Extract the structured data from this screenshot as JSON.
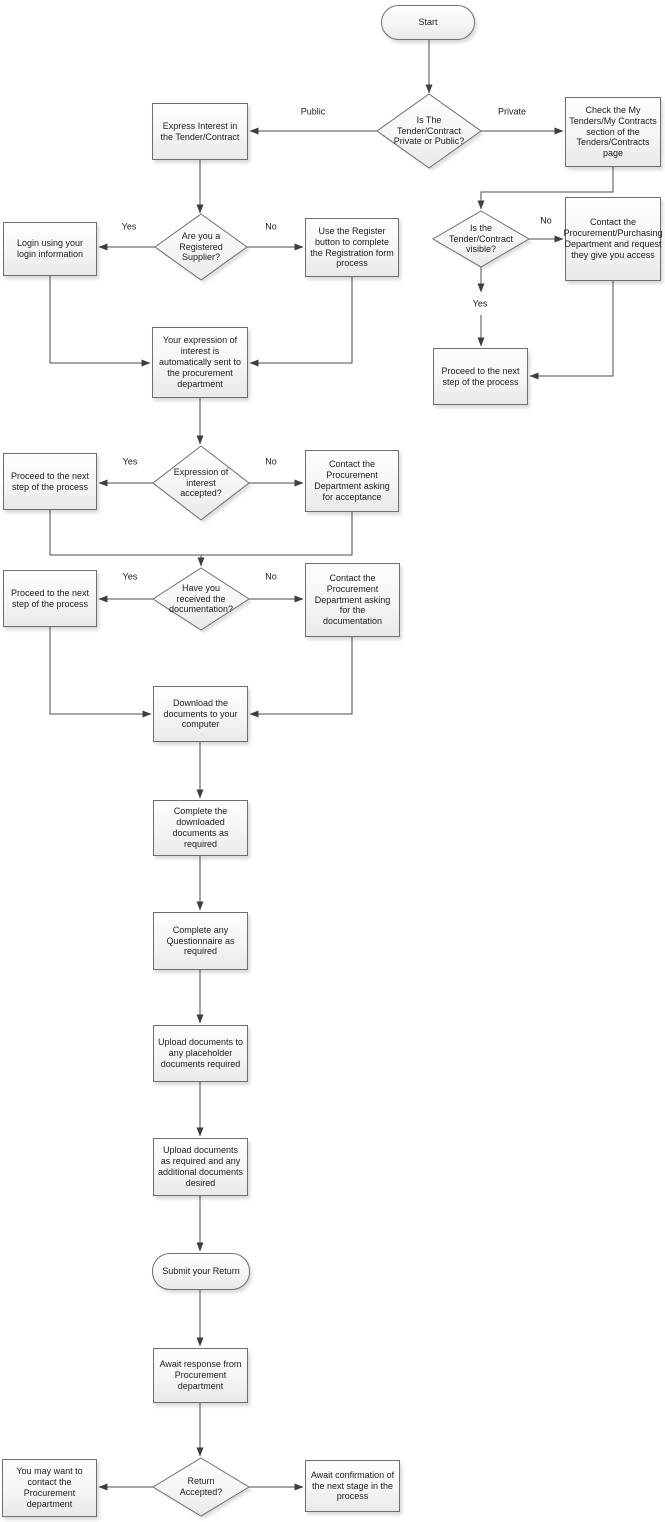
{
  "diagram": {
    "type": "flowchart",
    "topic": "Tender / Contract expression of interest and return submission process"
  },
  "colors": {
    "background": "#ffffff",
    "shape_border": "#6e6e6e",
    "shape_fill_top": "#fefefe",
    "shape_fill_bottom": "#e9e9e9",
    "connector": "#4d4d4d",
    "arrowhead": "#3f3f3f",
    "text": "#1c1c1c"
  },
  "nodes": {
    "start": {
      "shape": "terminator",
      "text": "Start"
    },
    "is_private_or_public": {
      "shape": "decision",
      "text": "Is The Tender/Contract Private or Public?"
    },
    "express_interest": {
      "shape": "process",
      "text": "Express Interest in the Tender/Contract"
    },
    "check_my_tenders": {
      "shape": "process",
      "text": "Check the My Tenders/My Contracts section of the Tenders/Contracts page"
    },
    "registered_supplier": {
      "shape": "decision",
      "text": "Are you a Registered Supplier?"
    },
    "login": {
      "shape": "process",
      "text": "Login using your login information"
    },
    "register": {
      "shape": "process",
      "text": "Use the Register button to complete the Registration form process"
    },
    "tender_visible": {
      "shape": "decision",
      "text": "Is the Tender/Contract visible?"
    },
    "contact_access": {
      "shape": "process",
      "text": "Contact the Procurement/Purchasing Department and request they give you access"
    },
    "proceed_right": {
      "shape": "process",
      "text": "Proceed to the next step of the process"
    },
    "expression_sent": {
      "shape": "process",
      "text": "Your expression of interest is automatically sent to the procurement department"
    },
    "expression_accepted": {
      "shape": "decision",
      "text": "Expression of interest accepted?"
    },
    "proceed_expression": {
      "shape": "process",
      "text": "Proceed to the next step of the process"
    },
    "contact_acceptance": {
      "shape": "process",
      "text": "Contact the Procurement Department asking for acceptance"
    },
    "received_documentation": {
      "shape": "decision",
      "text": "Have you received the documentation?"
    },
    "proceed_documentation": {
      "shape": "process",
      "text": "Proceed to the next step of the process"
    },
    "contact_documentation": {
      "shape": "process",
      "text": "Contact the Procurement Department asking for the documentation"
    },
    "download_documents": {
      "shape": "process",
      "text": "Download the documents to your computer"
    },
    "complete_downloaded": {
      "shape": "process",
      "text": "Complete the downloaded documents as required"
    },
    "complete_questionnaire": {
      "shape": "process",
      "text": "Complete any Questionnaire as required"
    },
    "upload_placeholder": {
      "shape": "process",
      "text": "Upload documents to any placeholder documents required"
    },
    "upload_additional": {
      "shape": "process",
      "text": "Upload documents as required and any additional documents desired"
    },
    "submit_return": {
      "shape": "terminator",
      "text": "Submit your Return"
    },
    "await_response": {
      "shape": "process",
      "text": "Await response from Procurement department"
    },
    "return_accepted": {
      "shape": "decision",
      "text": "Return Accepted?"
    },
    "contact_procurement_final": {
      "shape": "process",
      "text": "You may want to contact the Procurement department"
    },
    "await_confirmation": {
      "shape": "process",
      "text": "Await confirmation of the next stage in the process"
    }
  },
  "edges": [
    {
      "from": "start",
      "to": "is_private_or_public",
      "label": ""
    },
    {
      "from": "is_private_or_public",
      "to": "express_interest",
      "label": "Public"
    },
    {
      "from": "is_private_or_public",
      "to": "check_my_tenders",
      "label": "Private"
    },
    {
      "from": "express_interest",
      "to": "registered_supplier",
      "label": ""
    },
    {
      "from": "registered_supplier",
      "to": "login",
      "label": "Yes"
    },
    {
      "from": "registered_supplier",
      "to": "register",
      "label": "No"
    },
    {
      "from": "check_my_tenders",
      "to": "tender_visible",
      "label": ""
    },
    {
      "from": "tender_visible",
      "to": "contact_access",
      "label": "No"
    },
    {
      "from": "tender_visible",
      "to": "proceed_right",
      "label": "Yes"
    },
    {
      "from": "contact_access",
      "to": "proceed_right",
      "label": ""
    },
    {
      "from": "login",
      "to": "expression_sent",
      "label": ""
    },
    {
      "from": "register",
      "to": "expression_sent",
      "label": ""
    },
    {
      "from": "expression_sent",
      "to": "expression_accepted",
      "label": ""
    },
    {
      "from": "expression_accepted",
      "to": "proceed_expression",
      "label": "Yes"
    },
    {
      "from": "expression_accepted",
      "to": "contact_acceptance",
      "label": "No"
    },
    {
      "from": "proceed_expression",
      "to": "received_documentation",
      "label": ""
    },
    {
      "from": "contact_acceptance",
      "to": "received_documentation",
      "label": ""
    },
    {
      "from": "received_documentation",
      "to": "proceed_documentation",
      "label": "Yes"
    },
    {
      "from": "received_documentation",
      "to": "contact_documentation",
      "label": "No"
    },
    {
      "from": "proceed_documentation",
      "to": "download_documents",
      "label": ""
    },
    {
      "from": "contact_documentation",
      "to": "download_documents",
      "label": ""
    },
    {
      "from": "download_documents",
      "to": "complete_downloaded",
      "label": ""
    },
    {
      "from": "complete_downloaded",
      "to": "complete_questionnaire",
      "label": ""
    },
    {
      "from": "complete_questionnaire",
      "to": "upload_placeholder",
      "label": ""
    },
    {
      "from": "upload_placeholder",
      "to": "upload_additional",
      "label": ""
    },
    {
      "from": "upload_additional",
      "to": "submit_return",
      "label": ""
    },
    {
      "from": "submit_return",
      "to": "await_response",
      "label": ""
    },
    {
      "from": "await_response",
      "to": "return_accepted",
      "label": ""
    },
    {
      "from": "return_accepted",
      "to": "contact_procurement_final",
      "label": ""
    },
    {
      "from": "return_accepted",
      "to": "await_confirmation",
      "label": ""
    }
  ]
}
